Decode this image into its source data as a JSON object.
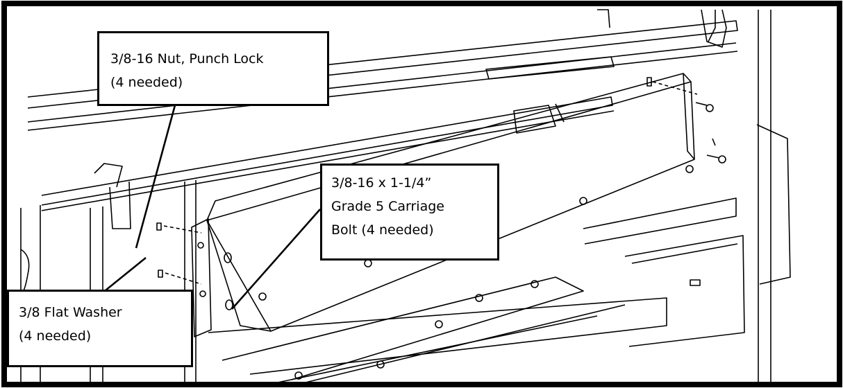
{
  "callouts": {
    "nut": {
      "line1": "3/8-16 Nut, Punch Lock",
      "line2": "(4 needed)"
    },
    "bolt": {
      "line1": "3/8-16 x 1-1/4”",
      "line2": "Grade 5 Carriage",
      "line3": "Bolt (4 needed)"
    },
    "washer": {
      "line1": "3/8 Flat Washer",
      "line2": "(4 needed)"
    }
  },
  "colors": {
    "line": "#000000",
    "background": "#ffffff"
  }
}
